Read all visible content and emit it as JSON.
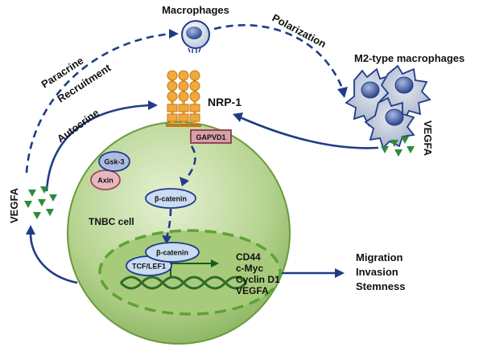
{
  "labels": {
    "macrophages": "Macrophages",
    "polarization": "Polarization",
    "m2_macrophages": "M2-type macrophages",
    "paracrine": "Paracrine",
    "recruitment": "Recruitment",
    "autocrine": "Autocrine",
    "nrp1": "NRP-1",
    "gapvd1": "GAPVD1",
    "vegfa_left": "VEGFA",
    "vegfa_right": "VEGFA",
    "gsk3": "Gsk-3",
    "axin": "Axin",
    "beta_catenin_cyto": "β-catenin",
    "beta_catenin_nuc": "β-catenin",
    "tcf_lef1": "TCF/LEF1",
    "tnbc_cell": "TNBC cell"
  },
  "target_genes": [
    "CD44",
    "c-Myc",
    "Cyclin D1",
    "VEGFA"
  ],
  "outcomes": [
    "Migration",
    "Invasion",
    "Stemness"
  ],
  "colors": {
    "cell_fill": "#b5d38f",
    "nucleus_dash": "#5ea236",
    "arrow": "#1f3c88",
    "vegfa": "#2e8b3a",
    "receptor": "#f2a93b"
  }
}
